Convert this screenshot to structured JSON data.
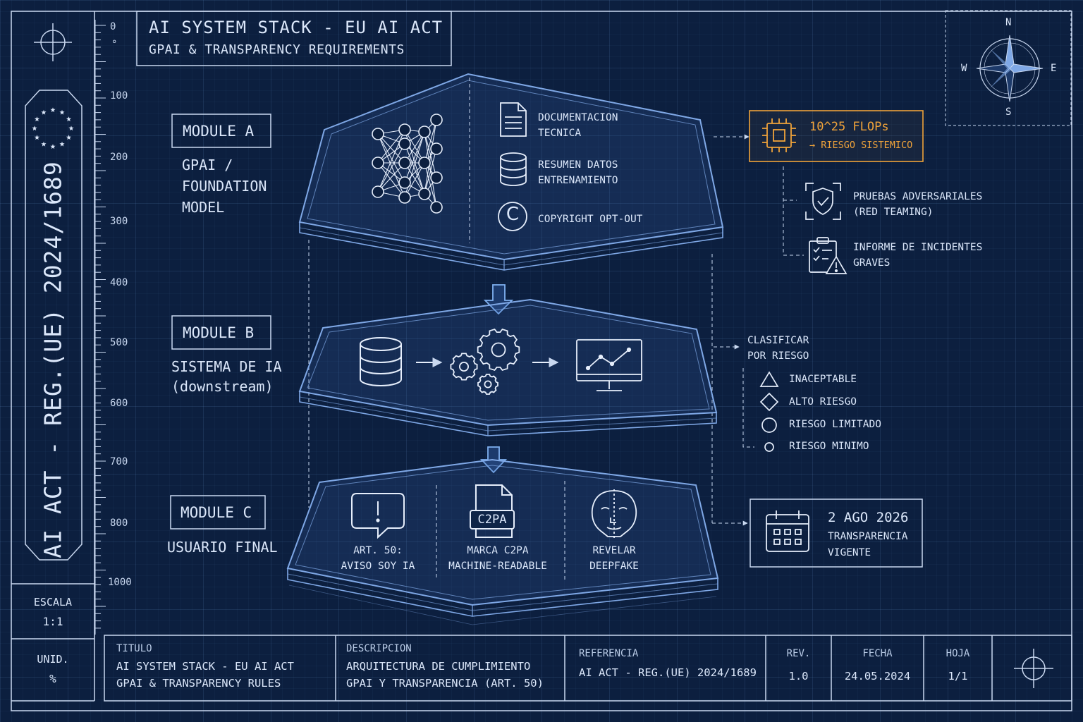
{
  "header": {
    "title": "AI SYSTEM STACK - EU AI ACT",
    "subtitle": "GPAI & TRANSPARENCY REQUIREMENTS"
  },
  "side_banner": {
    "text": "AI ACT - REG.(UE) 2024/1689"
  },
  "ruler": {
    "top_unit": "°",
    "labels": [
      "0",
      "100",
      "200",
      "300",
      "400",
      "500",
      "600",
      "700",
      "800",
      "1000"
    ]
  },
  "compass": {
    "n": "N",
    "s": "S",
    "e": "E",
    "w": "W"
  },
  "modules": {
    "a": {
      "label": "MODULE A",
      "sub": "GPAI /\nFOUNDATION\nMODEL",
      "items": [
        {
          "icon": "document-icon",
          "text": "DOCUMENTACION\nTECNICA"
        },
        {
          "icon": "database-icon",
          "text": "RESUMEN DATOS\nENTRENAMIENTO"
        },
        {
          "icon": "copyright-icon",
          "text": "COPYRIGHT OPT-OUT",
          "glyph": "C"
        }
      ]
    },
    "b": {
      "label": "MODULE B",
      "sub": "SISTEMA DE IA\n(downstream)"
    },
    "c": {
      "label": "MODULE C",
      "sub": "USUARIO FINAL",
      "items": [
        {
          "icon": "alert-bubble-icon",
          "text": "ART. 50:\nAVISO SOY IA"
        },
        {
          "icon": "c2pa-file-icon",
          "text": "MARCA C2PA\nMACHINE-READABLE",
          "glyph": "C2PA"
        },
        {
          "icon": "face-scan-icon",
          "text": "REVELAR\nDEEPFAKE"
        }
      ]
    }
  },
  "systemic": {
    "flops": "10^25 FLOPs",
    "risk": "→ RIESGO SISTEMICO",
    "items": [
      {
        "icon": "shield-check-icon",
        "text": "PRUEBAS ADVERSARIALES\n(RED TEAMING)"
      },
      {
        "icon": "incident-clipboard-icon",
        "text": "INFORME DE INCIDENTES\nGRAVES"
      }
    ]
  },
  "risk": {
    "title": "CLASIFICAR\nPOR RIESGO",
    "levels": [
      {
        "icon": "triangle-icon",
        "text": "INACEPTABLE"
      },
      {
        "icon": "diamond-icon",
        "text": "ALTO RIESGO"
      },
      {
        "icon": "circle-large-icon",
        "text": "RIESGO LIMITADO"
      },
      {
        "icon": "circle-small-icon",
        "text": "RIESGO MINIMO"
      }
    ]
  },
  "deadline": {
    "date": "2 AGO 2026",
    "text": "TRANSPARENCIA\nVIGENTE"
  },
  "scale": {
    "label": "ESCALA",
    "value": "1:1"
  },
  "units": {
    "label": "UNID.",
    "value": "%"
  },
  "title_block": {
    "titulo_h": "TITULO",
    "titulo_v": "AI SYSTEM STACK - EU AI ACT\nGPAI & TRANSPARENCY RULES",
    "desc_h": "DESCRIPCION",
    "desc_v": "ARQUITECTURA DE CUMPLIMIENTO\nGPAI Y TRANSPARENCIA (ART. 50)",
    "ref_h": "REFERENCIA",
    "ref_v": "AI ACT - REG.(UE) 2024/1689",
    "rev_h": "REV.",
    "rev_v": "1.0",
    "fecha_h": "FECHA",
    "fecha_v": "24.05.2024",
    "hoja_h": "HOJA",
    "hoja_v": "1/1"
  },
  "colors": {
    "line": "#c9d8f0",
    "accent": "#f0a33a",
    "slab": "#7fa8e6",
    "bg": "#0c1f3f"
  }
}
